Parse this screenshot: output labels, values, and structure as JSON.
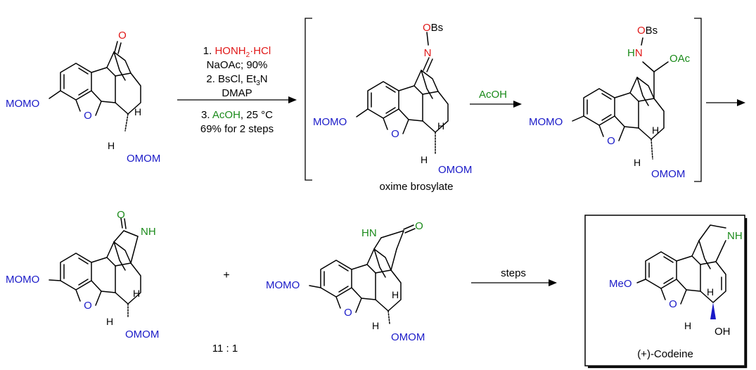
{
  "colors": {
    "blue": "#1a1ac8",
    "red": "#e01818",
    "green": "#1a8a1a",
    "black": "#000000"
  },
  "reagents_step1": {
    "line1_num": "1.",
    "line1_reagent": "HONH",
    "line1_sub": "2",
    "line1_tail": "·HCl",
    "line2": "NaOAc; 90%",
    "line3_head": "2. BsCl, Et",
    "line3_sub": "3",
    "line3_tail": "N",
    "line4": "DMAP",
    "line5_num": "3.",
    "line5_reagent": "AcOH",
    "line5_tail": ", 25 °C",
    "line6": "69% for 2 steps"
  },
  "reagent_step2": "AcOH",
  "reagent_step3": "steps",
  "labels": {
    "oxime": "oxime brosylate",
    "ratio": "11 : 1",
    "codeine": "(+)-Codeine",
    "plus": "+"
  },
  "atoms": {
    "momo": "MOMO",
    "omom": "OMOM",
    "meo": "MeO",
    "o": "O",
    "h": "H",
    "n": "N",
    "nh": "NH",
    "hn": "HN",
    "obs": "OBs",
    "oac": "OAc",
    "oh": "OH"
  }
}
